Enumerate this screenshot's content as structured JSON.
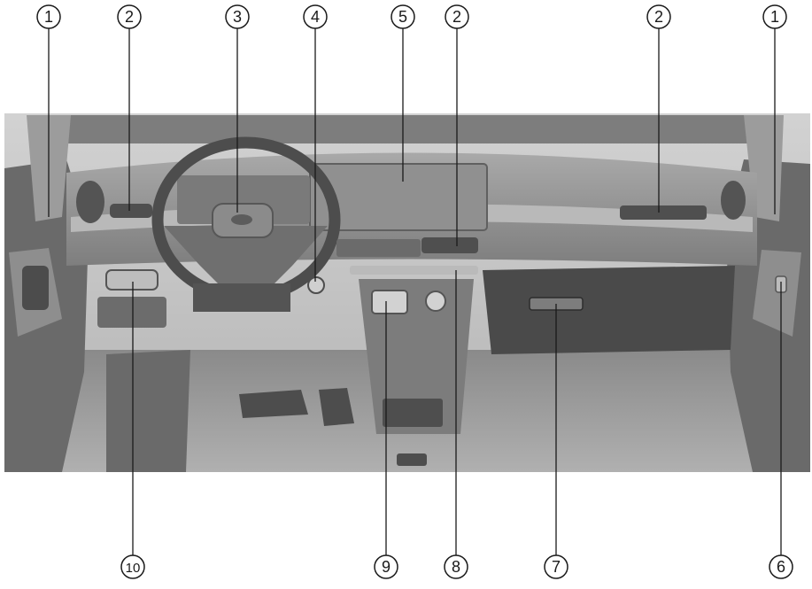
{
  "callouts": [
    {
      "label": "1"
    },
    {
      "label": "2"
    },
    {
      "label": "3"
    },
    {
      "label": "4"
    },
    {
      "label": "5"
    },
    {
      "label": "2"
    },
    {
      "label": "2"
    },
    {
      "label": "1"
    },
    {
      "label": "10"
    },
    {
      "label": "9"
    },
    {
      "label": "8"
    },
    {
      "label": "7"
    },
    {
      "label": "6"
    }
  ],
  "colors": {
    "background": "#ffffff",
    "illustration_light": "#c4c4c4",
    "illustration_mid": "#9a9a9a",
    "illustration_dark": "#5e5e5e",
    "leader_line": "#1a1a1a"
  },
  "illustration": {
    "subject": "vehicle-dashboard-interior"
  }
}
